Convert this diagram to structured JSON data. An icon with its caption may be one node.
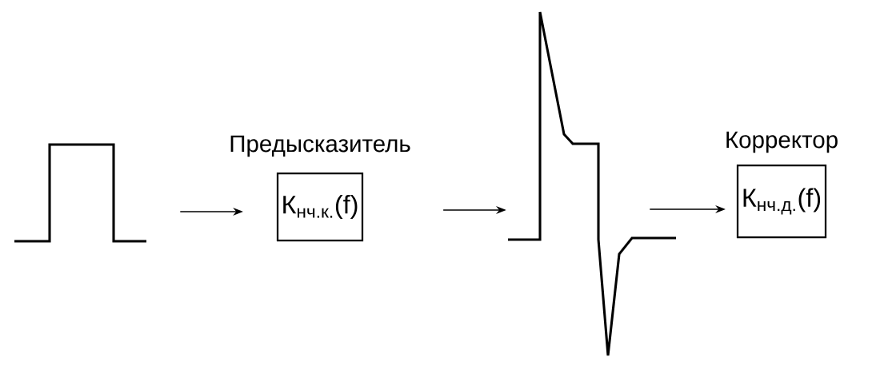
{
  "diagram": {
    "nodes": [
      {
        "text": [],
        "shape": "picture"
      },
      {
        "text": [
          "Предысказитель",
          "К$_{нч.к.}$(f)"
        ]
      },
      {
        "text": [],
        "shape": "picture"
      },
      {
        "text": [
          "Корректор",
          "К$_{нч.д.}$(f)"
        ]
      }
    ],
    "edges": [
      {
        "from": 0,
        "to": 1,
        "arrow": "to"
      },
      {
        "from": 1,
        "to": 2,
        "arrow": "to"
      },
      {
        "from": 2,
        "to": 3,
        "arrow": "to"
      }
    ]
  }
}
